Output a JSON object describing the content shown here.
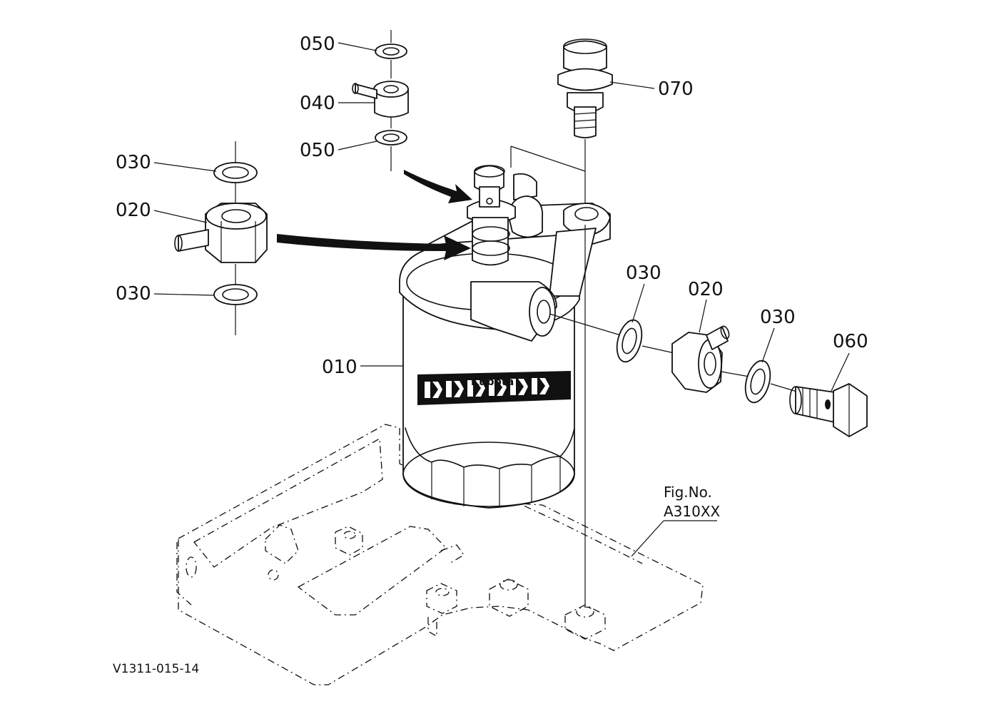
{
  "diagram": {
    "callouts": {
      "p050_top": "050",
      "p040": "040",
      "p050_mid": "050",
      "p070": "070",
      "p030_top_left": "030",
      "p020_left": "020",
      "p030_bottom_left": "030",
      "p010": "010",
      "p030_right_a": "030",
      "p020_right": "020",
      "p030_right_b": "030",
      "p060": "060"
    },
    "fig_label": "Fig.No.",
    "fig_number": "A310XX",
    "drawing_code": "V1311-015-14",
    "brand_mark": "Kubota"
  }
}
